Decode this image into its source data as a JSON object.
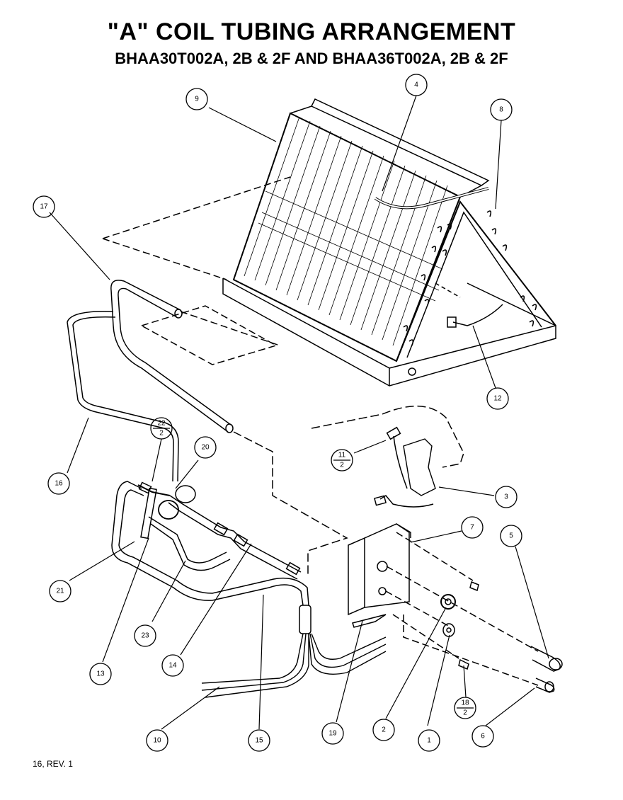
{
  "title": "\"A\" COIL TUBING ARRANGEMENT",
  "subtitle": "BHAA30T002A, 2B & 2F AND BHAA36T002A, 2B & 2F",
  "footer": "16, REV. 1",
  "callouts": {
    "c9": "9",
    "c4": "4",
    "c8": "8",
    "c17": "17",
    "c12": "12",
    "c22": "22",
    "c22d": "2",
    "c20": "20",
    "c16": "16",
    "c11": "11",
    "c11d": "2",
    "c3": "3",
    "c7": "7",
    "c5": "5",
    "c21": "21",
    "c23": "23",
    "c13": "13",
    "c14": "14",
    "c18": "18",
    "c18d": "2",
    "c10": "10",
    "c15": "15",
    "c19": "19",
    "c2": "2",
    "c1": "1",
    "c6": "6"
  }
}
